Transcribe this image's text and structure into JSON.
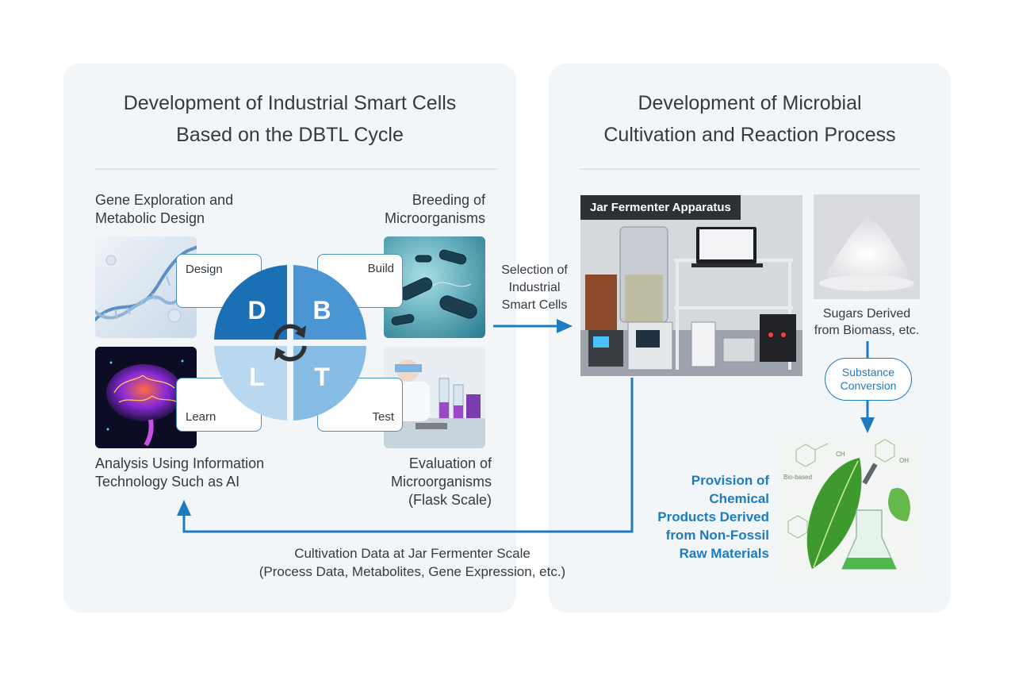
{
  "left_panel": {
    "title_line1": "Development of Industrial Smart Cells",
    "title_line2": "Based on the DBTL Cycle",
    "design_label": "Gene Exploration and\nMetabolic Design",
    "build_label": "Breeding of\nMicroorganisms",
    "learn_label": "Analysis Using Information\nTechnology Such as AI",
    "test_label": "Evaluation of\nMicroorganisms\n(Flask Scale)",
    "callouts": {
      "design": "Design",
      "build": "Build",
      "learn": "Learn",
      "test": "Test"
    },
    "cycle_letters": {
      "d": "D",
      "b": "B",
      "l": "L",
      "t": "T"
    }
  },
  "right_panel": {
    "title_line1": "Development of Microbial",
    "title_line2": "Cultivation and Reaction Process",
    "jar_label": "Jar Fermenter Apparatus",
    "sugars_label": "Sugars Derived\nfrom Biomass, etc.",
    "conversion_label": "Substance\nConversion",
    "provision_label": "Provision of\nChemical\nProducts Derived\nfrom Non-Fossil\nRaw Materials",
    "image_text": {
      "bio_based": "Bio-based",
      "ch3": "CH",
      "oh": "OH"
    }
  },
  "connectors": {
    "selection_label": "Selection of\nIndustrial\nSmart Cells",
    "feedback_line1": "Cultivation Data at Jar Fermenter Scale",
    "feedback_line2": "(Process Data, Metabolites, Gene Expression, etc.)"
  },
  "colors": {
    "panel_bg": "#f3f6f9",
    "arrow_blue": "#1e7bbf",
    "d_quadrant": "#1a6fb5",
    "b_quadrant": "#4a95d2",
    "l_quadrant": "#b9d8ef",
    "t_quadrant": "#87bce4"
  }
}
